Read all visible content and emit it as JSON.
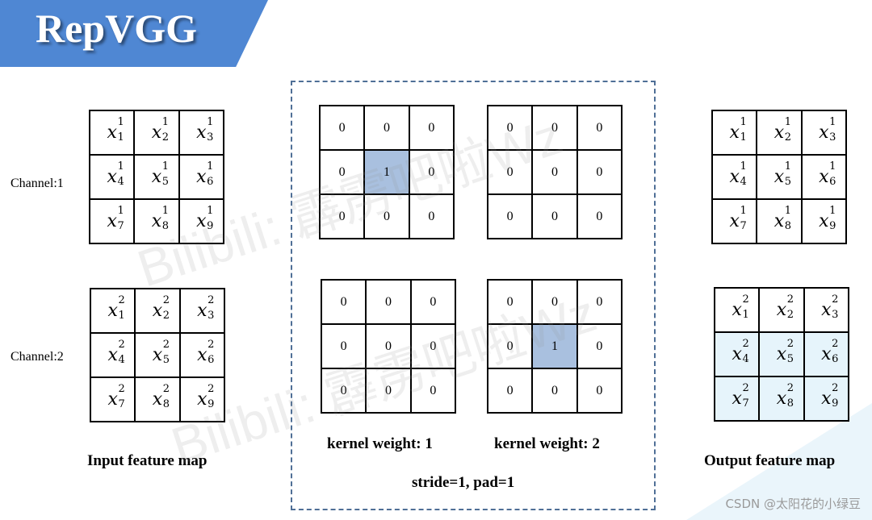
{
  "title": "RepVGG",
  "channel_labels": [
    "Channel:1",
    "Channel:2"
  ],
  "input_label": "Input feature map",
  "output_label": "Output feature map",
  "kernel_labels": [
    "kernel weight: 1",
    "kernel weight: 2"
  ],
  "stride_pad": "stride=1, pad=1",
  "watermark": "Bilibili: 霹雳吧啦Wz",
  "credit": "CSDN @太阳花的小绿豆",
  "colors": {
    "banner": "#4f87d3",
    "highlight": "#a9c0df",
    "tint": "#e6f4fb"
  },
  "input_channels": [
    {
      "sup": "1",
      "cells": [
        "1",
        "2",
        "3",
        "4",
        "5",
        "6",
        "7",
        "8",
        "9"
      ]
    },
    {
      "sup": "2",
      "cells": [
        "1",
        "2",
        "3",
        "4",
        "5",
        "6",
        "7",
        "8",
        "9"
      ]
    }
  ],
  "output_channels": [
    {
      "sup": "1",
      "cells": [
        "1",
        "2",
        "3",
        "4",
        "5",
        "6",
        "7",
        "8",
        "9"
      ]
    },
    {
      "sup": "2",
      "cells": [
        "1",
        "2",
        "3",
        "4",
        "5",
        "6",
        "7",
        "8",
        "9"
      ]
    }
  ],
  "kernels": [
    {
      "values": [
        "0",
        "0",
        "0",
        "0",
        "1",
        "0",
        "0",
        "0",
        "0"
      ],
      "highlight": 4
    },
    {
      "values": [
        "0",
        "0",
        "0",
        "0",
        "0",
        "0",
        "0",
        "0",
        "0"
      ],
      "highlight": -1
    },
    {
      "values": [
        "0",
        "0",
        "0",
        "0",
        "0",
        "0",
        "0",
        "0",
        "0"
      ],
      "highlight": -1
    },
    {
      "values": [
        "0",
        "0",
        "0",
        "0",
        "1",
        "0",
        "0",
        "0",
        "0"
      ],
      "highlight": 4
    }
  ]
}
